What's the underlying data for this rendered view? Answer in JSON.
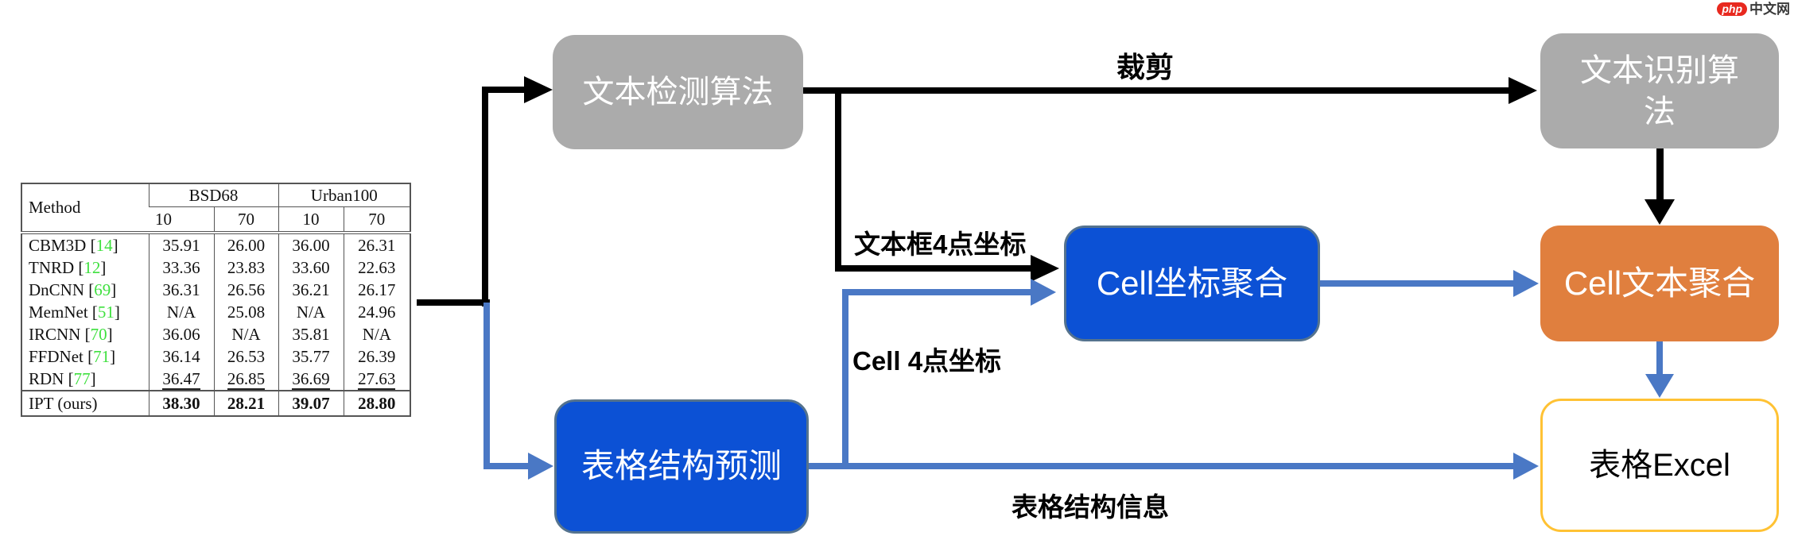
{
  "logo": {
    "badge": "php",
    "name": "中文网"
  },
  "colors": {
    "gray_box": "#ABABAB",
    "blue_box": "#0C51D5",
    "blue_box_border": "#55738E",
    "orange_box": "#E07F3E",
    "arrow_blue": "#4A78C5",
    "arrow_black": "#000000",
    "excel_border": "#FFC234",
    "citation_green": "#3FE03F",
    "logo_red": "#E8291F"
  },
  "flowchart": {
    "boxes": {
      "text_detection": {
        "label": "文本检测算法"
      },
      "text_recognition": {
        "label": "文本识别算法"
      },
      "cell_coord_merge": {
        "label": "Cell坐标聚合"
      },
      "cell_text_merge": {
        "label": "Cell文本聚合"
      },
      "table_structure": {
        "label": "表格结构预测"
      },
      "table_excel": {
        "label": "表格Excel"
      }
    },
    "edge_labels": {
      "crop": "裁剪",
      "textbox_coords": "文本框4点坐标",
      "cell_coords": "Cell 4点坐标",
      "structure_info": "表格结构信息"
    }
  },
  "table": {
    "header": {
      "method": "Method",
      "groups": [
        {
          "label": "BSD68",
          "subs": [
            "10",
            "70"
          ]
        },
        {
          "label": "Urban100",
          "subs": [
            "10",
            "70"
          ]
        }
      ]
    },
    "rows": [
      {
        "method": "CBM3D",
        "ref": "14",
        "values": [
          "35.91",
          "26.00",
          "36.00",
          "26.31"
        ]
      },
      {
        "method": "TNRD",
        "ref": "12",
        "values": [
          "33.36",
          "23.83",
          "33.60",
          "22.63"
        ]
      },
      {
        "method": "DnCNN",
        "ref": "69",
        "values": [
          "36.31",
          "26.56",
          "36.21",
          "26.17"
        ]
      },
      {
        "method": "MemNet",
        "ref": "51",
        "values": [
          "N/A",
          "25.08",
          "N/A",
          "24.96"
        ]
      },
      {
        "method": "IRCNN",
        "ref": "70",
        "values": [
          "36.06",
          "N/A",
          "35.81",
          "N/A"
        ]
      },
      {
        "method": "FFDNet",
        "ref": "71",
        "values": [
          "36.14",
          "26.53",
          "35.77",
          "26.39"
        ]
      },
      {
        "method": "RDN",
        "ref": "77",
        "values": [
          "36.47",
          "26.85",
          "36.69",
          "27.63"
        ],
        "underline": true
      },
      {
        "method": "IPT (ours)",
        "ref": null,
        "values": [
          "38.30",
          "28.21",
          "39.07",
          "28.80"
        ],
        "bold": true
      }
    ]
  }
}
